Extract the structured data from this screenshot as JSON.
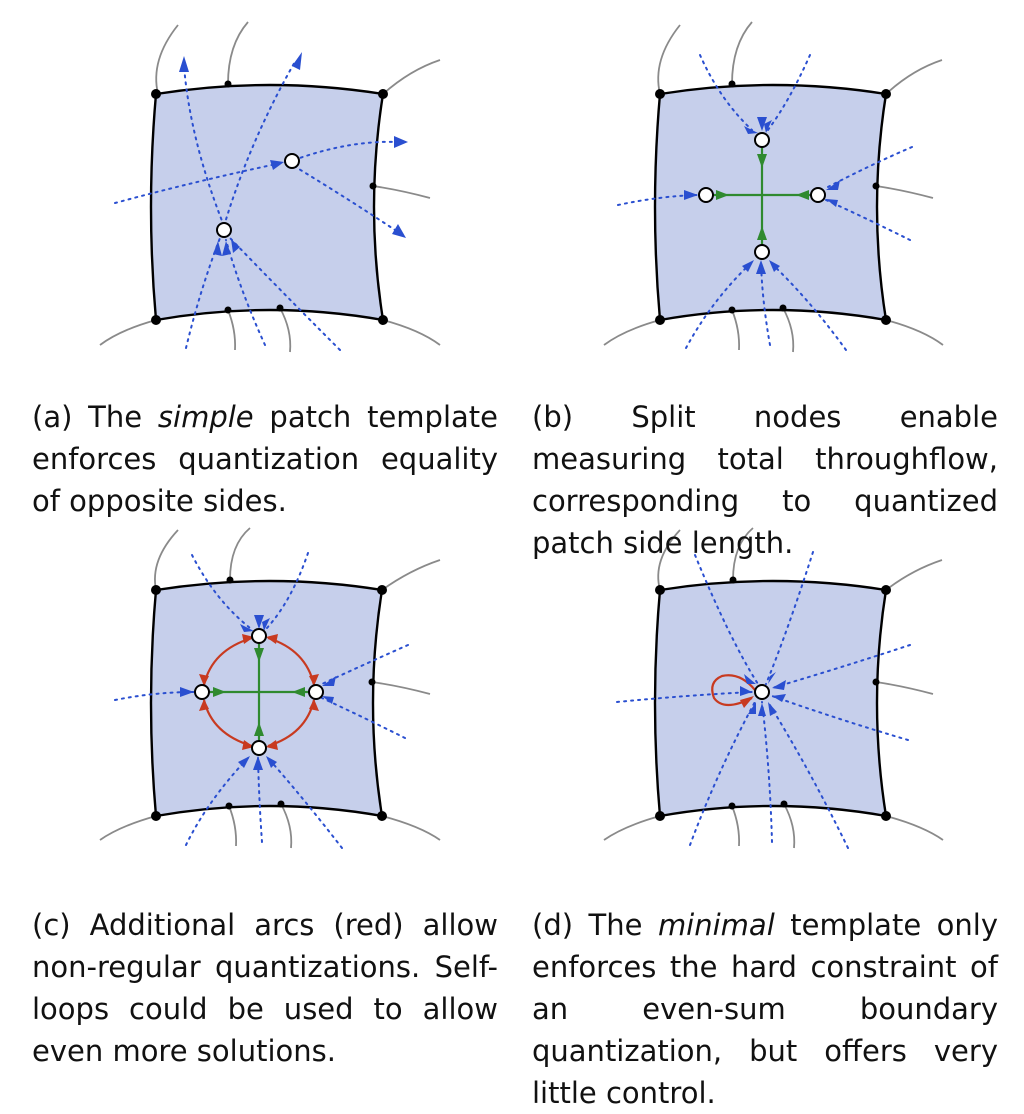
{
  "figure": {
    "panels": [
      {
        "id": "a",
        "caption_prefix": "(a) The ",
        "caption_emph": "simple",
        "caption_rest": " patch template enforces quantization equality of opposite sides."
      },
      {
        "id": "b",
        "caption_prefix": "(b) Split nodes enable measuring total throughflow, corresponding to quantized patch side length.",
        "caption_emph": "",
        "caption_rest": ""
      },
      {
        "id": "c",
        "caption_prefix": "(c) Additional arcs (red) allow non-regular quantizations. Self-loops could be used to allow even more solutions.",
        "caption_emph": "",
        "caption_rest": ""
      },
      {
        "id": "d",
        "caption_prefix": "(d) The ",
        "caption_emph": "minimal",
        "caption_rest": " template only enforces the hard constraint of an even-sum boundary quantization, but offers very little control."
      }
    ],
    "colors": {
      "patch_fill": "#c6cfeb",
      "flow_arcs": "#2a4fd0",
      "split_arcs": "#2f8a2f",
      "extra_arcs": "#c83a20"
    }
  }
}
